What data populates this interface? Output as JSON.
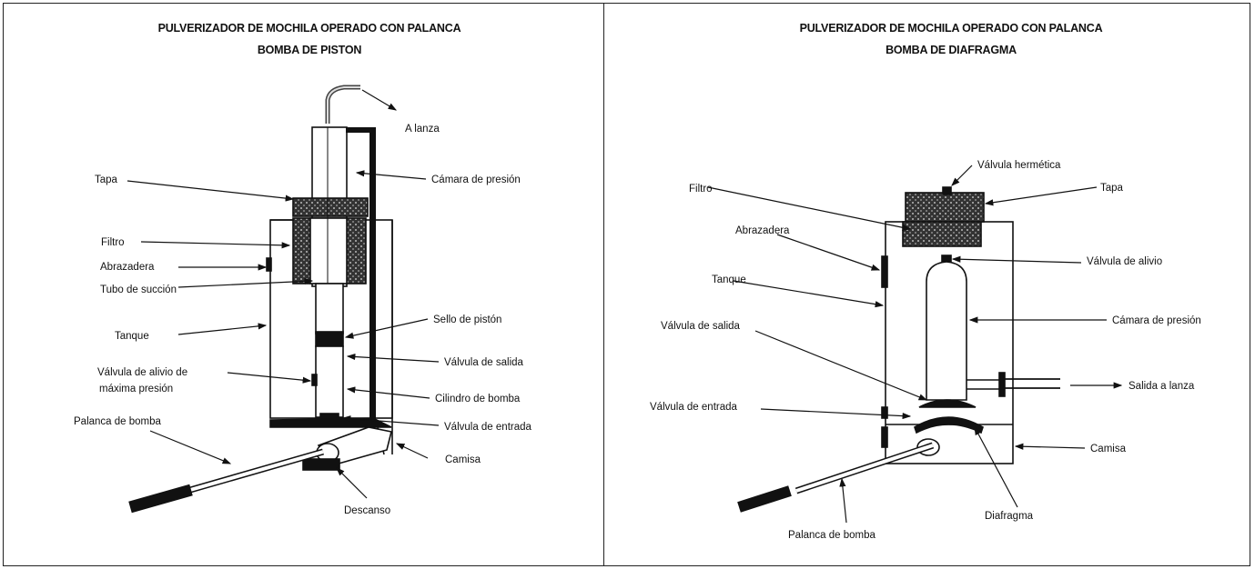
{
  "panels": [
    {
      "title_line1": "PULVERIZADOR DE MOCHILA OPERADO CON PALANCA",
      "title_line2": "BOMBA DE PISTON",
      "labels": {
        "a_lanza": "A lanza",
        "camara_presion": "Cámara de presión",
        "tapa": "Tapa",
        "filtro": "Filtro",
        "abrazadera": "Abrazadera",
        "tubo_succion": "Tubo de succión",
        "tanque": "Tanque",
        "sello_piston": "Sello de pistón",
        "valvula_salida": "Válvula de salida",
        "valvula_alivio_1": "Válvula de alivio de",
        "valvula_alivio_2": "máxima presión",
        "cilindro_bomba": "Cilindro de bomba",
        "palanca_bomba": "Palanca de bomba",
        "valvula_entrada": "Válvula de entrada",
        "camisa": "Camisa",
        "descanso": "Descanso"
      }
    },
    {
      "title_line1": "PULVERIZADOR DE MOCHILA OPERADO CON PALANCA",
      "title_line2": "BOMBA DE DIAFRAGMA",
      "labels": {
        "valvula_hermetica": "Válvula hermética",
        "tapa": "Tapa",
        "filtro": "Filtro",
        "abrazadera": "Abrazadera",
        "valvula_alivio": "Válvula de alivio",
        "tanque": "Tanque",
        "valvula_salida": "Válvula de salida",
        "camara_presion": "Cámara de presión",
        "salida_lanza": "Salida a lanza",
        "valvula_entrada": "Válvula de entrada",
        "camisa": "Camisa",
        "diafragma": "Diafragma",
        "palanca_bomba": "Palanca de bomba"
      }
    }
  ]
}
